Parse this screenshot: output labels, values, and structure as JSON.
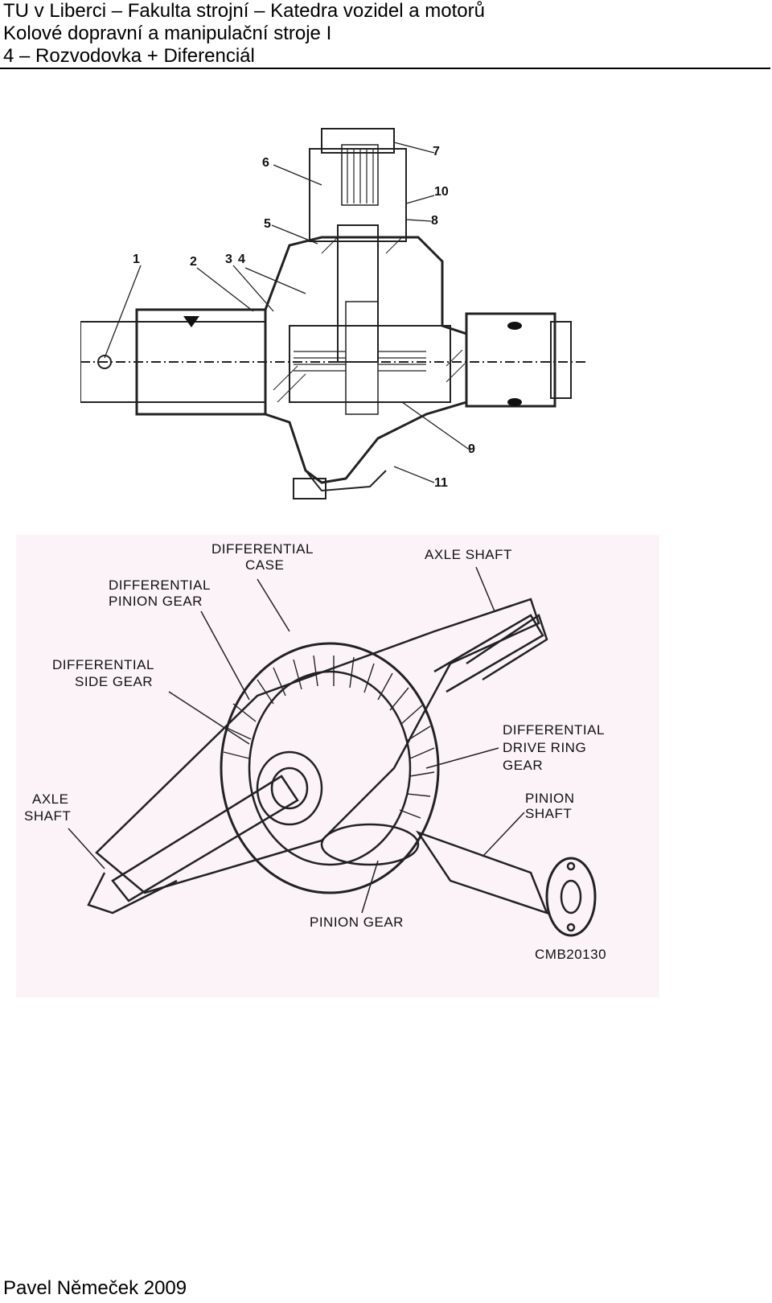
{
  "header": {
    "line1": "TU v Liberci – Fakulta strojní – Katedra vozidel a motorů",
    "line2": "Kolové dopravní a manipulační stroje I",
    "line3": "4 – Rozvodovka + Diferenciál"
  },
  "figure1": {
    "callouts": [
      "1",
      "2",
      "3",
      "4",
      "5",
      "6",
      "7",
      "8",
      "9",
      "10",
      "11"
    ]
  },
  "figure2": {
    "labels": {
      "differential_case": [
        "DIFFERENTIAL",
        "CASE"
      ],
      "axle_shaft_right": "AXLE SHAFT",
      "differential_pinion_gear": [
        "DIFFERENTIAL",
        "PINION GEAR"
      ],
      "differential_side_gear": [
        "DIFFERENTIAL",
        "SIDE GEAR"
      ],
      "differential_drive_ring_gear": [
        "DIFFERENTIAL",
        "DRIVE RING",
        "GEAR"
      ],
      "axle_shaft_left": [
        "AXLE",
        "SHAFT"
      ],
      "pinion_shaft": [
        "PINION",
        "SHAFT"
      ],
      "pinion_gear": "PINION GEAR",
      "code": "CMB20130"
    }
  },
  "footer": {
    "author": "Pavel Němeček 2009"
  }
}
